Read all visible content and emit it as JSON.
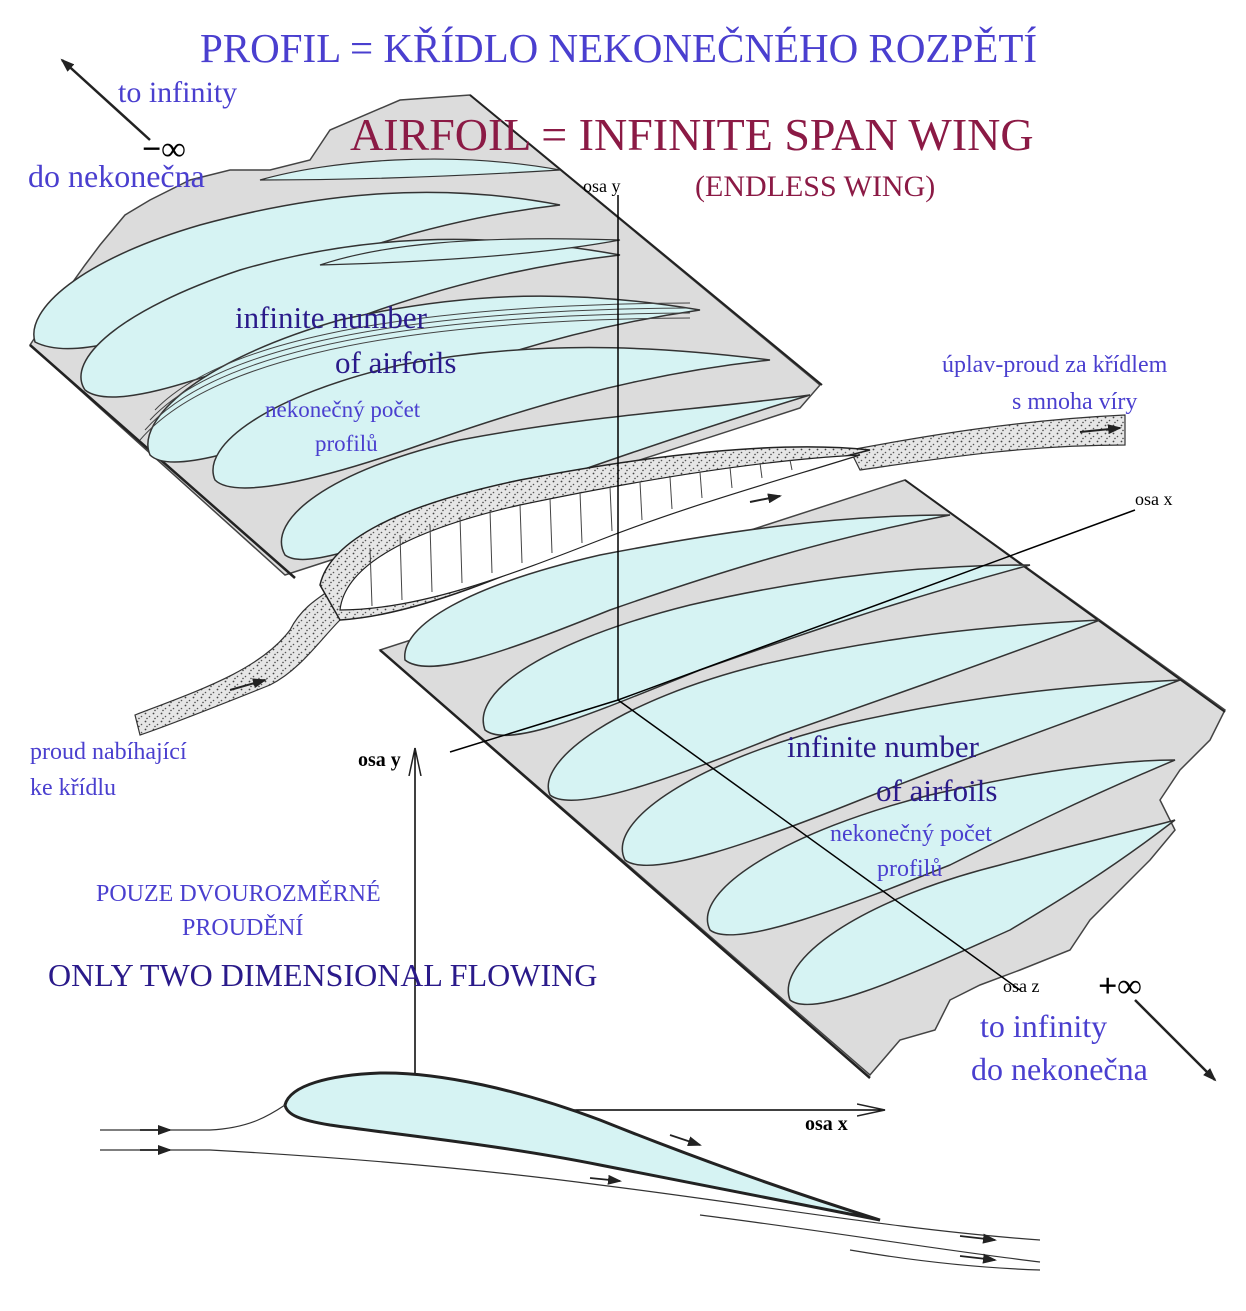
{
  "title_cs": "PROFIL = KŘÍDLO NEKONEČNÉHO ROZPĚTÍ",
  "title_en": "AIRFOIL = INFINITE SPAN WING",
  "subtitle_en": "(ENDLESS  WING)",
  "neg_infinity": {
    "symbol": "−∞",
    "en": "to infinity",
    "cs": "do nekonečna"
  },
  "pos_infinity": {
    "symbol": "+∞",
    "en": "to infinity",
    "cs": "do nekonečna"
  },
  "axes": {
    "y_top": "osa  y",
    "x_right": "osa  x",
    "z": "osa  z",
    "y_2d": "osa y",
    "x_2d": "osa x"
  },
  "left_panel": {
    "en_line1": "infinite number",
    "en_line2": "of airfoils",
    "cs_line1": "nekonečný počet",
    "cs_line2": "profilů"
  },
  "right_panel": {
    "en_line1": "infinite number",
    "en_line2": "of airfoils",
    "cs_line1": "nekonečný počet",
    "cs_line2": "profilů"
  },
  "wake": {
    "line1": "úplav-proud za křídlem",
    "line2": "s mnoha víry"
  },
  "inflow": {
    "line1": "proud nabíhající",
    "line2": "ke křídlu"
  },
  "two_d": {
    "cs_line1": "POUZE  DVOUROZMĚRNÉ",
    "cs_line2": "PROUDĚNÍ",
    "en": "ONLY TWO DIMENSIONAL  FLOWING"
  },
  "colors": {
    "airfoil_fill": "#d6f3f3",
    "panel_fill": "#dcdcdc",
    "label_blue": "#4a3fcf",
    "title_maroon": "#8b1a45",
    "label_navy": "#2a1a8a"
  }
}
